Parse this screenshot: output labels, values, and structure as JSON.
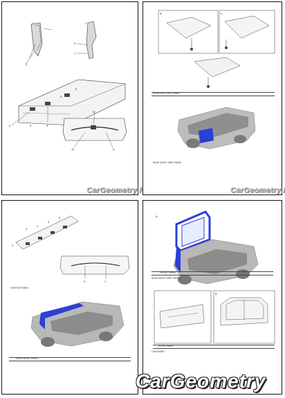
{
  "watermark": "CarGeometry.Ru",
  "brand": "CarGeometry",
  "pages": [
    {
      "callouts": [
        "7",
        "1",
        "2",
        "5",
        "7",
        "2",
        "3",
        "4",
        "5",
        "6",
        "10",
        "11",
        "8"
      ]
    },
    {
      "callouts": [
        "B",
        "C"
      ],
      "legend_labels": [
        "NONE BED SIDE PANEL",
        "REAR BODY SIDE PANEL"
      ]
    },
    {
      "callouts": [
        "3",
        "4",
        "5",
        "6",
        "2",
        "4",
        "1"
      ],
      "legend_labels": [
        "LEGEND PANEL",
        "REAR BODY PANEL"
      ]
    },
    {
      "callouts": [
        "A",
        "B"
      ],
      "legend_labels": [
        "FRONT PANEL",
        "REAR BODY SIDE PANEL",
        "NONE PANEL",
        "CAB PANEL"
      ]
    }
  ],
  "colors": {
    "highlight": "#2b3fd6",
    "bed_gray": "#9e9e9e",
    "page_border": "#111111"
  }
}
